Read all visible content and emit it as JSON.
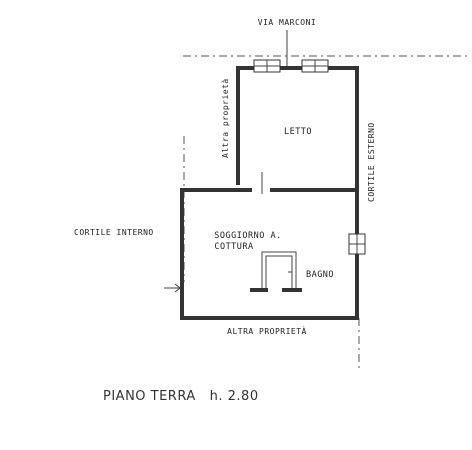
{
  "plan": {
    "street": "VIA MARCONI",
    "left_property": "Altra proprietà",
    "courtyard_internal": "CORTILE INTERNO",
    "courtyard_external": "CORTILE ESTERNO",
    "bottom_property": "ALTRA PROPRIETÀ",
    "rooms": {
      "letto": "LETTO",
      "soggiorno_line1": "SOGGIORNO A.",
      "soggiorno_line2": "COTTURA",
      "bagno": "BAGNO"
    },
    "caption": "PIANO TERRA   h. 2.80"
  }
}
